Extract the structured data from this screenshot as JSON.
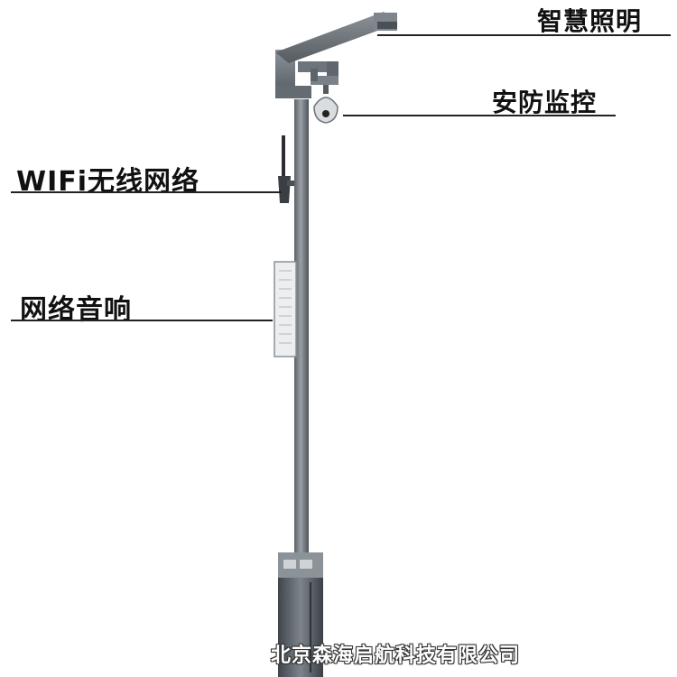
{
  "labels": {
    "lighting": "智慧照明",
    "security": "安防监控",
    "wifi": "WIFi无线网络",
    "audio": "网络音响"
  },
  "watermark": "北京森海启航科技有限公司",
  "colors": {
    "pole": "#7a8189",
    "pole_dark": "#4f565d",
    "pole_light": "#a7adb3",
    "text": "#111111"
  }
}
